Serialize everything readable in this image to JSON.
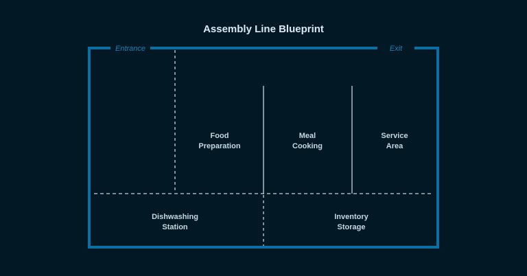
{
  "title": "Assembly Line Blueprint",
  "doors": {
    "entrance": "Entrance",
    "exit": "Exit"
  },
  "zones": [
    {
      "line1": "Food",
      "line2": "Preparation"
    },
    {
      "line1": "Meal",
      "line2": "Cooking"
    },
    {
      "line1": "Service",
      "line2": "Area"
    },
    {
      "line1": "Dishwashing",
      "line2": "Station"
    },
    {
      "line1": "Inventory",
      "line2": "Storage"
    }
  ],
  "colors": {
    "background": "#021925",
    "wall": "#0b6fa3",
    "divider": "#c8d4dc"
  }
}
